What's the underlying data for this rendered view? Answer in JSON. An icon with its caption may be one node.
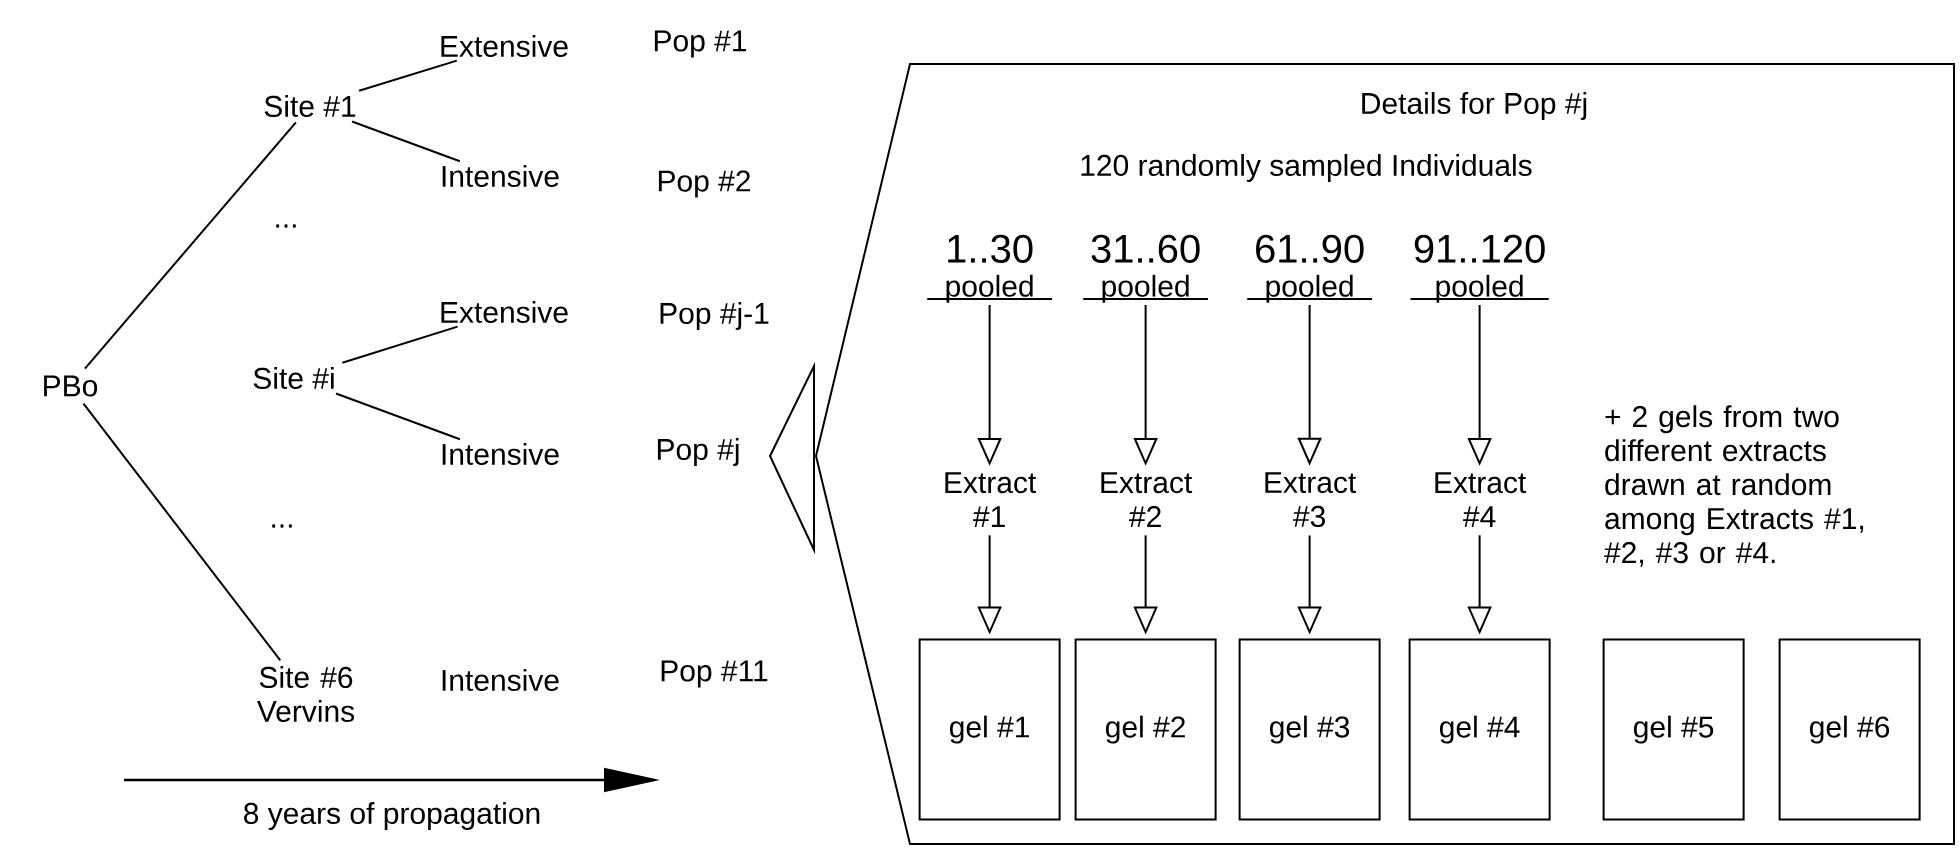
{
  "diagram": {
    "nodes": [
      {
        "text": [
          "PBo"
        ]
      },
      {
        "text": [
          "Site #1"
        ]
      },
      {
        "text": [
          "Extensive"
        ]
      },
      {
        "text": [
          "Intensive"
        ]
      },
      {
        "text": [
          "Site #i"
        ]
      },
      {
        "text": [
          "Extensive"
        ]
      },
      {
        "text": [
          "Intensive"
        ]
      },
      {
        "text": [
          "Site #6 Vervins"
        ]
      },
      {
        "text": [
          "Details for Pop #j",
          "120 randomly sampled Individuals"
        ]
      },
      {
        "text": [
          "1..30",
          "pooled"
        ],
        "in": 8
      },
      {
        "text": [
          "31..60",
          "pooled"
        ],
        "in": 8
      },
      {
        "text": [
          "61..90",
          "pooled"
        ],
        "in": 8
      },
      {
        "text": [
          "91..120",
          "pooled"
        ],
        "in": 8
      },
      {
        "text": [
          "Extract #1"
        ],
        "in": 8
      },
      {
        "text": [
          "Extract #2"
        ],
        "in": 8
      },
      {
        "text": [
          "Extract #3"
        ],
        "in": 8
      },
      {
        "text": [
          "Extract #4"
        ],
        "in": 8
      },
      {
        "text": [
          "gel #1"
        ],
        "in": 8
      },
      {
        "text": [
          "gel #2"
        ],
        "in": 8
      },
      {
        "text": [
          "gel #3"
        ],
        "in": 8
      },
      {
        "text": [
          "gel #4"
        ],
        "in": 8
      },
      {
        "text": [
          "gel #5"
        ],
        "in": 8
      },
      {
        "text": [
          "gel #6"
        ],
        "in": 8
      }
    ],
    "edges": [
      {
        "from": 0,
        "to": 1,
        "arrow": "none"
      },
      {
        "from": 0,
        "to": 7,
        "arrow": "none"
      },
      {
        "from": 1,
        "to": 2,
        "arrow": "none"
      },
      {
        "from": 1,
        "to": 3,
        "arrow": "none"
      },
      {
        "from": 4,
        "to": 5,
        "arrow": "none"
      },
      {
        "from": 4,
        "to": 6,
        "arrow": "none"
      },
      {
        "from": 9,
        "to": 13,
        "arrow": "to"
      },
      {
        "from": 10,
        "to": 14,
        "arrow": "to"
      },
      {
        "from": 11,
        "to": 15,
        "arrow": "to"
      },
      {
        "from": 12,
        "to": 16,
        "arrow": "to"
      },
      {
        "from": 13,
        "to": 17,
        "arrow": "to"
      },
      {
        "from": 14,
        "to": 18,
        "arrow": "to"
      },
      {
        "from": 15,
        "to": 19,
        "arrow": "to"
      },
      {
        "from": 16,
        "to": 20,
        "arrow": "to"
      }
    ],
    "labels": [
      "Pop #1",
      "Pop #2",
      "...",
      "Pop #j-1",
      "Pop #j",
      "...",
      "Intensive",
      "Pop #11",
      "8 years of propagation",
      "+ 2 gels from two different extracts drawn at random among Extracts #1, #2, #3 or #4."
    ]
  }
}
